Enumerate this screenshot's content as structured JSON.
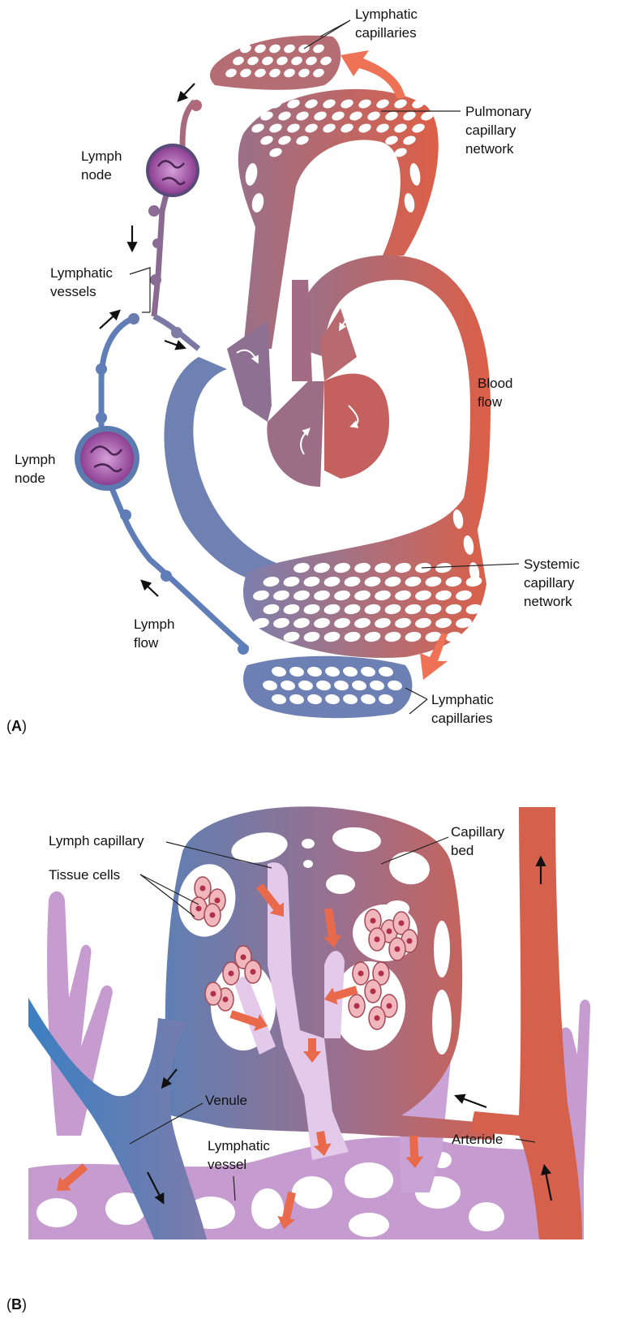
{
  "panel_a": {
    "panel_label": "A",
    "labels": {
      "lymphatic_capillaries_top": [
        "Lymphatic",
        "capillaries"
      ],
      "pulmonary_capillary_network": [
        "Pulmonary",
        "capillary",
        "network"
      ],
      "lymph_node_top": [
        "Lymph",
        "node"
      ],
      "lymphatic_vessels": [
        "Lymphatic",
        "vessels"
      ],
      "blood_flow": [
        "Blood",
        "flow"
      ],
      "lymph_node_bottom": [
        "Lymph",
        "node"
      ],
      "systemic_capillary_network": [
        "Systemic",
        "capillary",
        "network"
      ],
      "lymph_flow": [
        "Lymph",
        "flow"
      ],
      "lymphatic_capillaries_bottom": [
        "Lymphatic",
        "capillaries"
      ]
    }
  },
  "panel_b": {
    "panel_label": "B",
    "labels": {
      "lymph_capillary": "Lymph capillary",
      "tissue_cells": "Tissue cells",
      "capillary_bed": [
        "Capillary",
        "bed"
      ],
      "venule": "Venule",
      "lymphatic_vessel": [
        "Lymphatic",
        "vessel"
      ],
      "arteriole": "Arteriole"
    }
  },
  "colors": {
    "artery_red": "#d9604a",
    "vein_blue": "#5b7bb0",
    "lymph_purple": "#c9a3d6",
    "lymph_node": "#9b4a9e",
    "flow_arrow": "#e86a4a",
    "tissue_cell": "#f2b7bc"
  }
}
